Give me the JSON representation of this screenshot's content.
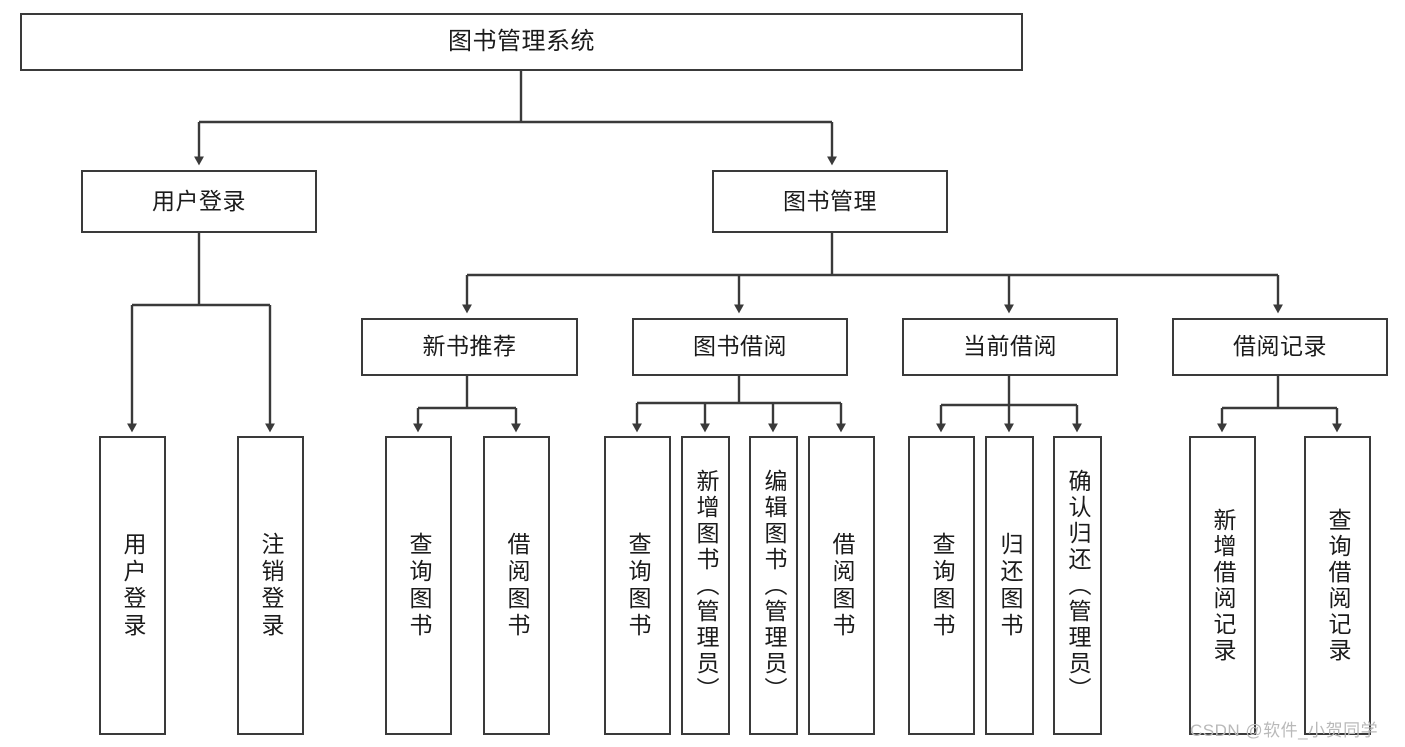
{
  "diagram": {
    "title": "图书管理系统",
    "type": "tree-hierarchy",
    "orientation": "top-down",
    "colors": {
      "box_border": "#3a3a3a",
      "box_fill": "#ffffff",
      "connector": "#3a3a3a",
      "text": "#1b1b1b",
      "watermark": "#b9b9b9",
      "background": "#ffffff"
    },
    "root": {
      "label": "图书管理系统"
    },
    "level2": [
      {
        "label": "用户登录"
      },
      {
        "label": "图书管理"
      }
    ],
    "level3": [
      {
        "label": "新书推荐"
      },
      {
        "label": "图书借阅"
      },
      {
        "label": "当前借阅"
      },
      {
        "label": "借阅记录"
      }
    ],
    "leaves": {
      "user_login": [
        {
          "label": "用户登录"
        },
        {
          "label": "注销登录"
        }
      ],
      "new_book_recommend": [
        {
          "label": "查询图书"
        },
        {
          "label": "借阅图书"
        }
      ],
      "book_borrow": [
        {
          "label": "查询图书"
        },
        {
          "label": "新增图书（管理员）"
        },
        {
          "label": "编辑图书（管理员）"
        },
        {
          "label": "借阅图书"
        }
      ],
      "current_borrow": [
        {
          "label": "查询图书"
        },
        {
          "label": "归还图书"
        },
        {
          "label": "确认归还（管理员）"
        }
      ],
      "borrow_record": [
        {
          "label": "新增借阅记录"
        },
        {
          "label": "查询借阅记录"
        }
      ]
    }
  },
  "watermark": {
    "text": "CSDN @软件_小贺同学"
  }
}
